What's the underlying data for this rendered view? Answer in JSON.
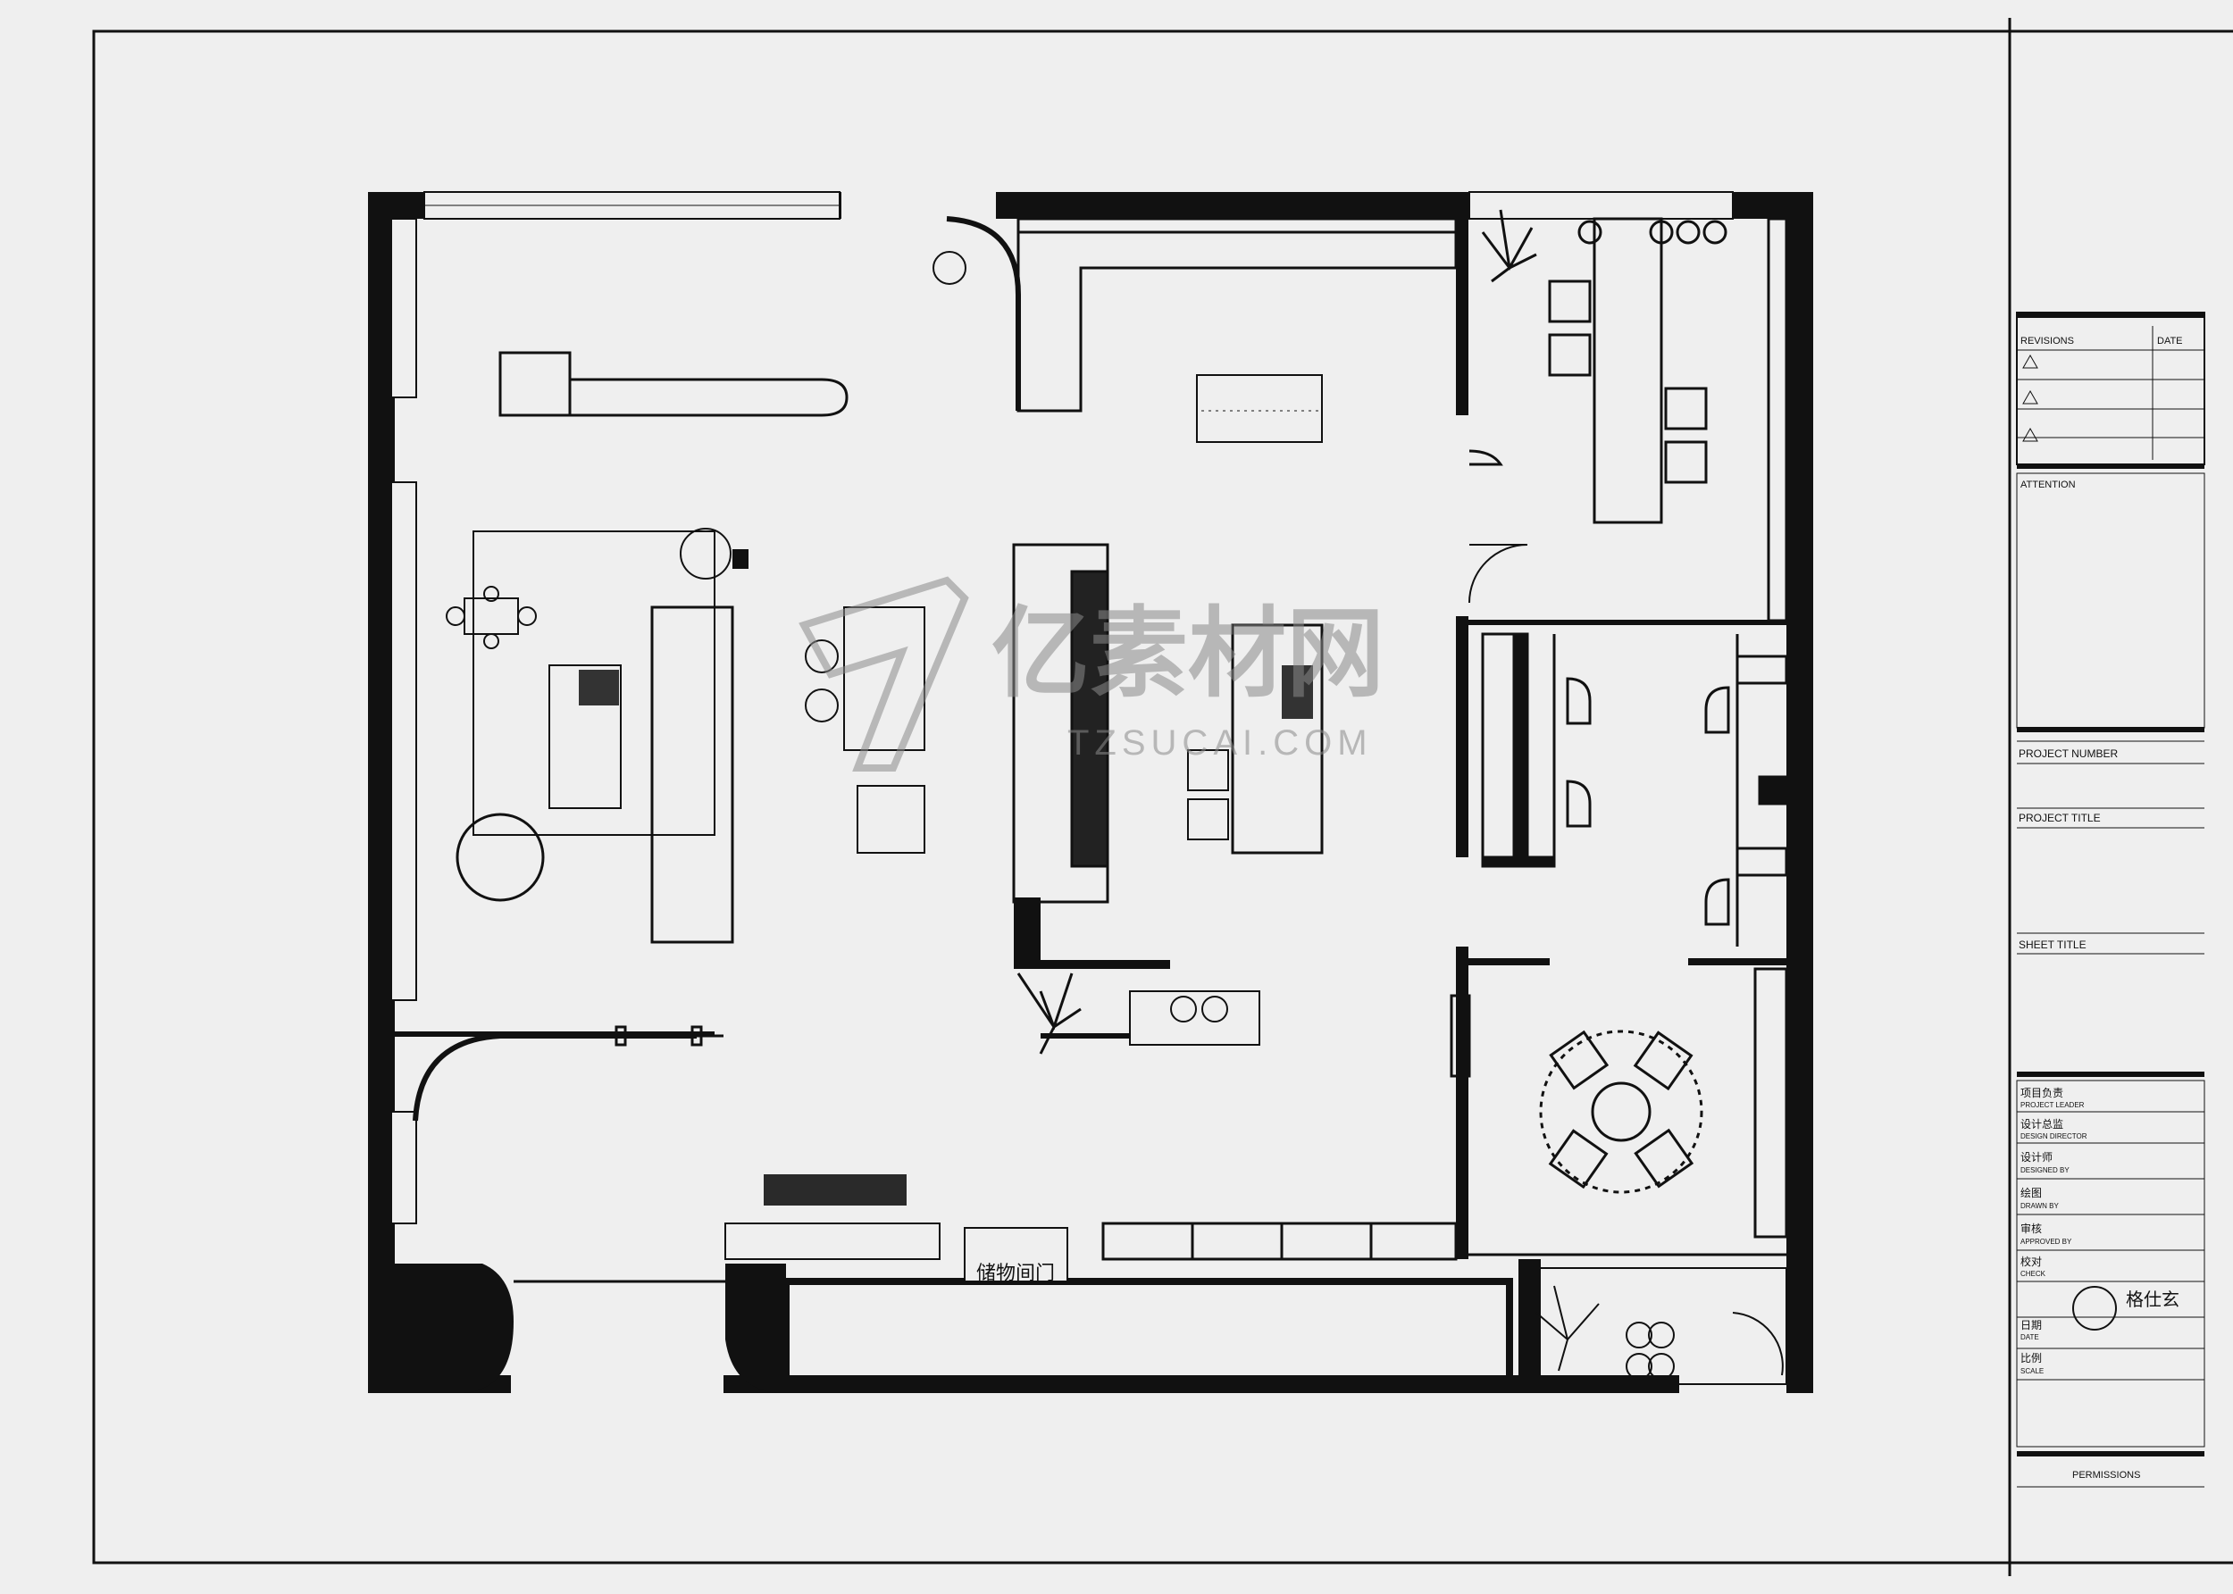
{
  "plan": {
    "room_label": "储物间门",
    "watermark_cn": "亿素材网",
    "watermark_en": "TZSUCAI.COM"
  },
  "title_block": {
    "revisions_label": "REVISIONS",
    "date_label": "DATE",
    "attention_label": "ATTENTION",
    "project_number_label": "PROJECT NUMBER",
    "project_title_label": "PROJECT TITLE",
    "sheet_title_label": "SHEET TITLE",
    "rows": [
      {
        "cn": "项目负责",
        "en": "PROJECT LEADER"
      },
      {
        "cn": "设计总监",
        "en": "DESIGN DIRECTOR"
      },
      {
        "cn": "设计师",
        "en": "DESIGNED BY"
      },
      {
        "cn": "绘图",
        "en": "DRAWN BY"
      },
      {
        "cn": "审核",
        "en": "APPROVED BY"
      },
      {
        "cn": "校对",
        "en": "CHECK"
      },
      {
        "cn": "日期",
        "en": "DATE"
      },
      {
        "cn": "比例",
        "en": "SCALE"
      }
    ],
    "stamp_text": "格仕玄",
    "permissions_label": "PERMISSIONS"
  },
  "colors": {
    "paper": "#efefef",
    "ink": "#111111",
    "watermark": "#8a8a8a"
  }
}
